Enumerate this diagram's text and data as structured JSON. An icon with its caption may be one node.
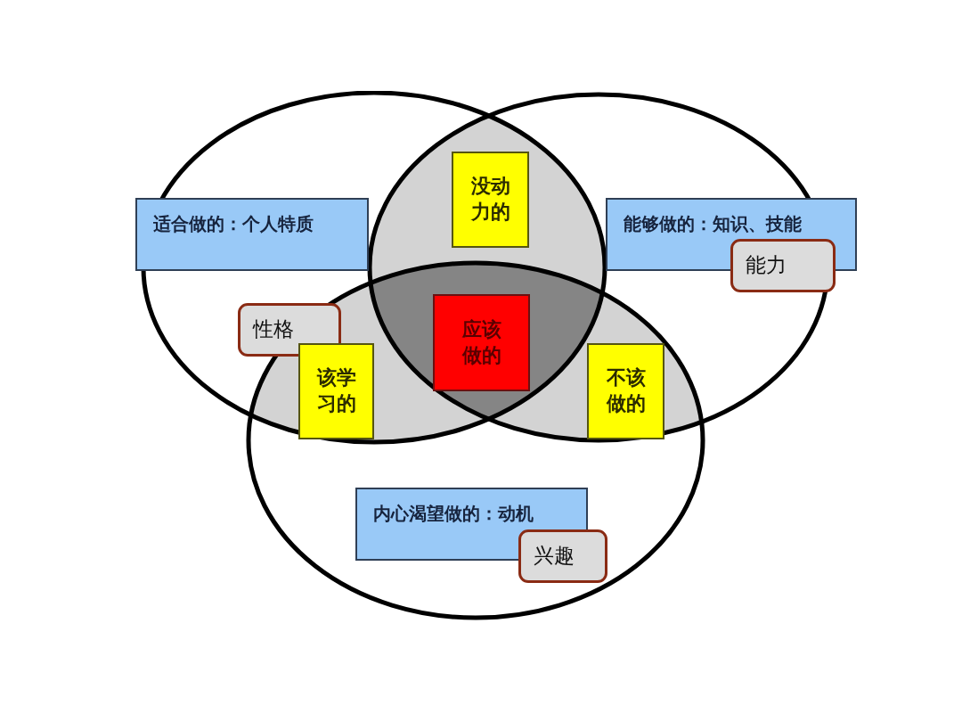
{
  "diagram": {
    "nodes": [
      {
        "text": [
          "没动力的"
        ]
      },
      {
        "text": [
          "适合做的：个人特质"
        ]
      },
      {
        "text": [
          "能够做的：知识、技能"
        ]
      },
      {
        "text": [
          "能力"
        ]
      },
      {
        "text": [
          "应该做的"
        ]
      },
      {
        "text": [
          "性格"
        ]
      },
      {
        "text": [
          "该学习的"
        ]
      },
      {
        "text": [
          "不该做的"
        ]
      },
      {
        "text": [
          "内心渴望做的：动机"
        ]
      },
      {
        "text": [
          "兴趣"
        ]
      }
    ]
  }
}
